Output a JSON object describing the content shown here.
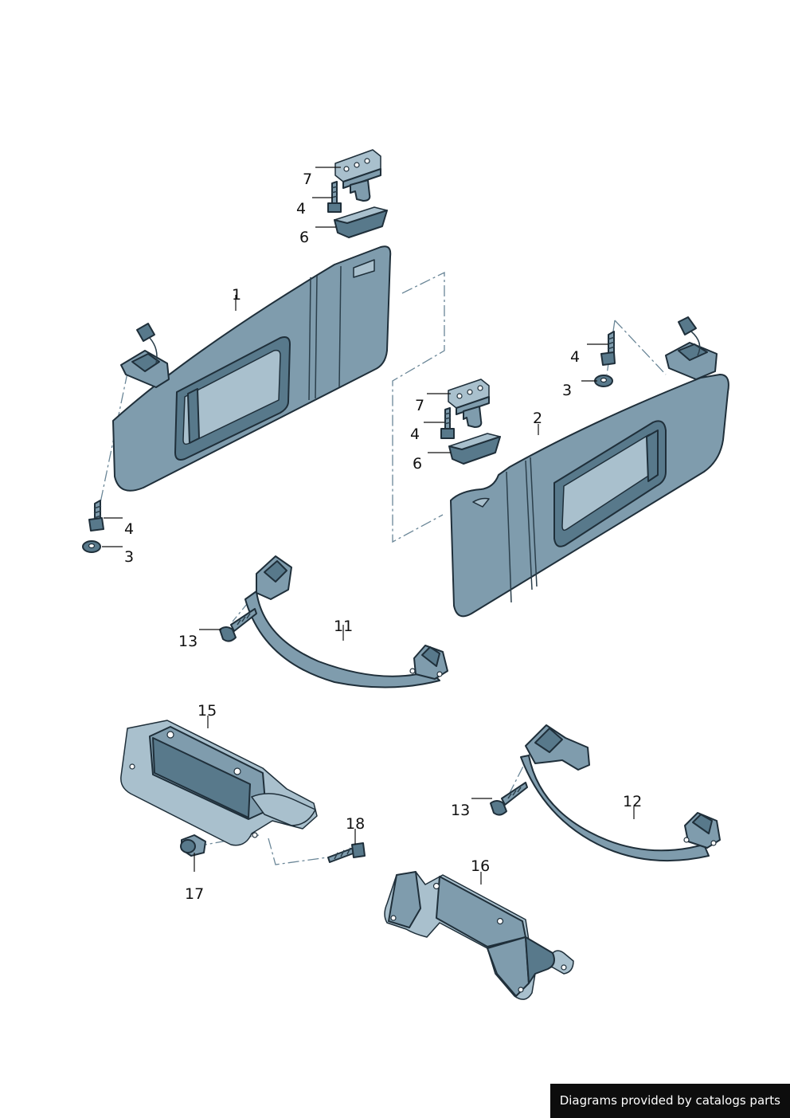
{
  "callouts": {
    "c1": "1",
    "c2": "2",
    "c3a": "3",
    "c3b": "3",
    "c4a": "4",
    "c4b": "4",
    "c4c": "4",
    "c4d": "4",
    "c6a": "6",
    "c6b": "6",
    "c7a": "7",
    "c7b": "7",
    "c11": "11",
    "c12": "12",
    "c13a": "13",
    "c13b": "13",
    "c15": "15",
    "c16": "16",
    "c17": "17",
    "c18": "18"
  },
  "footer": {
    "text": "Diagrams provided by catalogs parts"
  },
  "colors": {
    "part_fill": "#7f9cad",
    "outline": "#1f2f3a",
    "footer_bg": "#0d0d0d"
  }
}
